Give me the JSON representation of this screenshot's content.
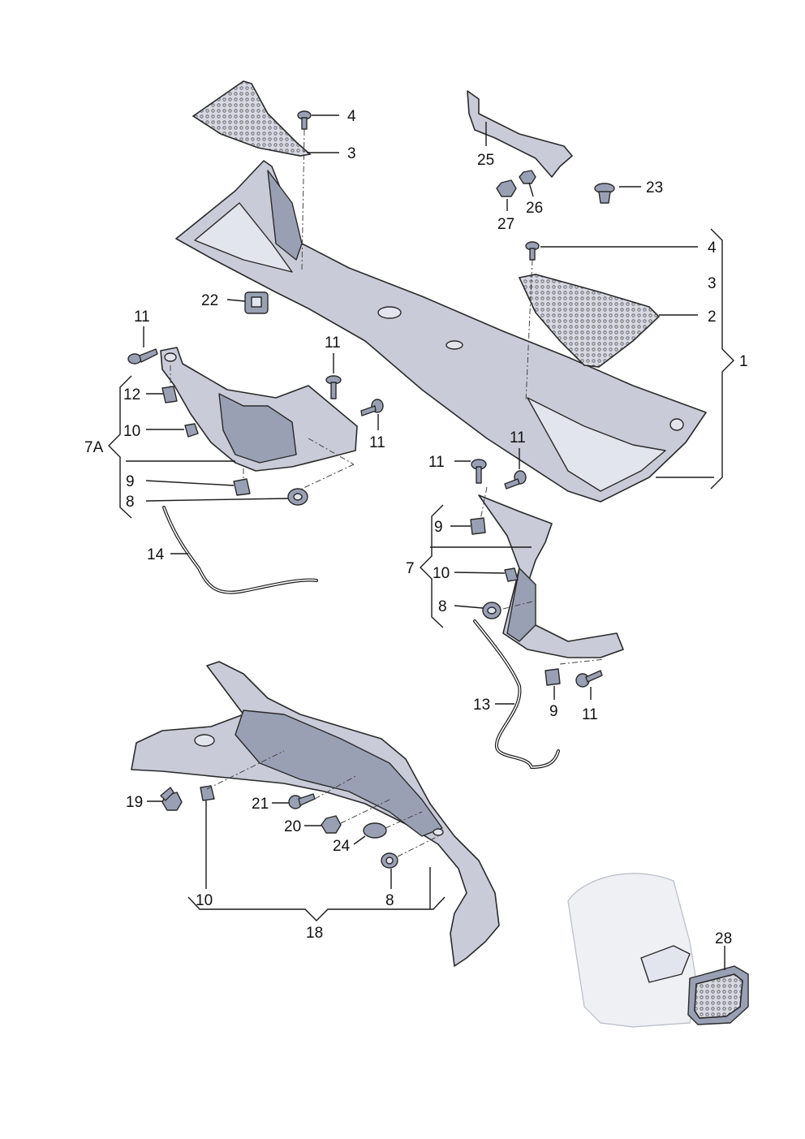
{
  "callouts": {
    "c1": "1",
    "c2": "2",
    "c3_top": "3",
    "c3_right": "3",
    "c4_top": "4",
    "c4_right": "4",
    "c7": "7",
    "c7a": "7A",
    "c8_left": "8",
    "c8_right": "8",
    "c8_bottom": "8",
    "c9_left": "9",
    "c9_right": "9",
    "c9_bottom": "9",
    "c10_left": "10",
    "c10_right": "10",
    "c10_bottom": "10",
    "c11_a": "11",
    "c11_b": "11",
    "c11_c": "11",
    "c11_d": "11",
    "c11_e": "11",
    "c11_f": "11",
    "c12": "12",
    "c13": "13",
    "c14": "14",
    "c18": "18",
    "c19": "19",
    "c20": "20",
    "c21": "21",
    "c22": "22",
    "c23": "23",
    "c24": "24",
    "c25": "25",
    "c26": "26",
    "c27": "27",
    "c28": "28"
  },
  "colors": {
    "part_fill": "#c9ccd8",
    "part_shadow": "#9aa0b4",
    "line": "#1a1a1a"
  }
}
